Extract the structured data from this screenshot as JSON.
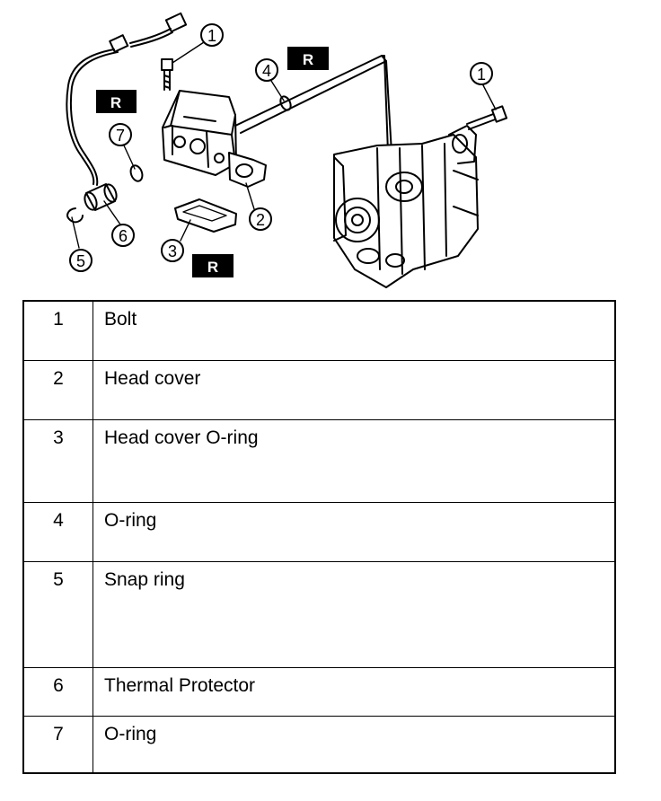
{
  "diagram": {
    "callouts": [
      "1",
      "4",
      "1",
      "7",
      "2",
      "6",
      "3",
      "5"
    ],
    "r_badges": [
      "R",
      "R",
      "R"
    ]
  },
  "parts": [
    {
      "num": "1",
      "name": "Bolt"
    },
    {
      "num": "2",
      "name": "Head cover"
    },
    {
      "num": "3",
      "name": "Head cover O-ring"
    },
    {
      "num": "4",
      "name": "O-ring"
    },
    {
      "num": "5",
      "name": "Snap ring"
    },
    {
      "num": "6",
      "name": "Thermal Protector"
    },
    {
      "num": "7",
      "name": "O-ring"
    }
  ]
}
